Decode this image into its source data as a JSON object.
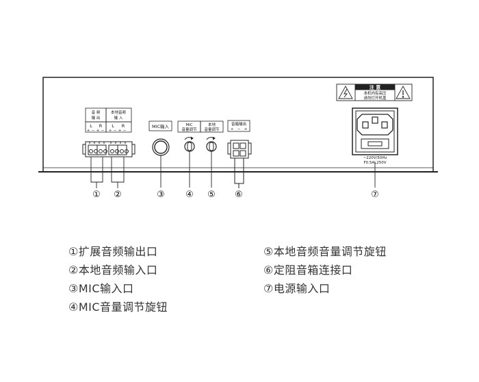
{
  "panel": {
    "labels": {
      "ext_out": [
        "音 频",
        "输 出"
      ],
      "local_in": [
        "本地音频",
        "输    入"
      ],
      "lr_left": [
        "L",
        "R"
      ],
      "lr_right": [
        "L",
        "R"
      ],
      "pm_left": [
        "+",
        "−",
        "+",
        "−"
      ],
      "pm_right": [
        "+",
        "−",
        "+",
        "−"
      ],
      "mic_input": "MIC输入",
      "mic_volume": [
        "MIC",
        "音量调节"
      ],
      "local_volume": [
        "本地",
        "音量调节"
      ],
      "speaker_out": "音箱输出",
      "speaker_pm": [
        "+",
        "−",
        "+"
      ],
      "warning_title": "注 意",
      "warning_text": [
        "本机内有高压",
        "请勿打开机盖"
      ],
      "power_rating": [
        "~220V/50Hz",
        "F0.5AL250V"
      ]
    },
    "callouts": [
      "①",
      "②",
      "③",
      "④",
      "⑤",
      "⑥",
      "⑦"
    ]
  },
  "legend": {
    "left": [
      "①扩展音频输出口",
      "②本地音频输入口",
      "③MIC输入口",
      "④MIC音量调节旋钮"
    ],
    "right": [
      "⑤本地音频音量调节旋钮",
      "⑥定阻音箱连接口",
      "⑦电源输入口"
    ]
  }
}
